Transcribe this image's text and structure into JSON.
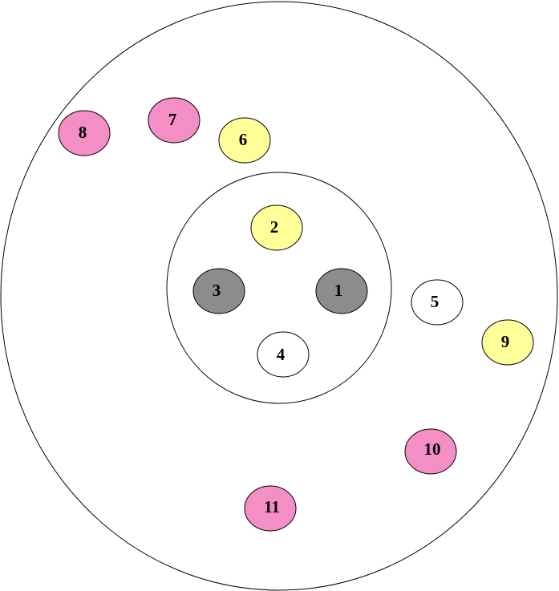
{
  "diagram": {
    "colors": {
      "background": "#ffffff",
      "stroke": "#000000",
      "pink": "#f48fc6",
      "yellow": "#ffff99",
      "gray": "#8c8c8c",
      "white": "#ffffff"
    },
    "nodes": [
      {
        "label": "1",
        "fill": "gray"
      },
      {
        "label": "2",
        "fill": "yellow"
      },
      {
        "label": "3",
        "fill": "gray"
      },
      {
        "label": "4",
        "fill": "white"
      },
      {
        "label": "5",
        "fill": "white"
      },
      {
        "label": "6",
        "fill": "yellow"
      },
      {
        "label": "7",
        "fill": "pink"
      },
      {
        "label": "8",
        "fill": "pink"
      },
      {
        "label": "9",
        "fill": "yellow"
      },
      {
        "label": "10",
        "fill": "pink"
      },
      {
        "label": "11",
        "fill": "pink"
      }
    ]
  }
}
